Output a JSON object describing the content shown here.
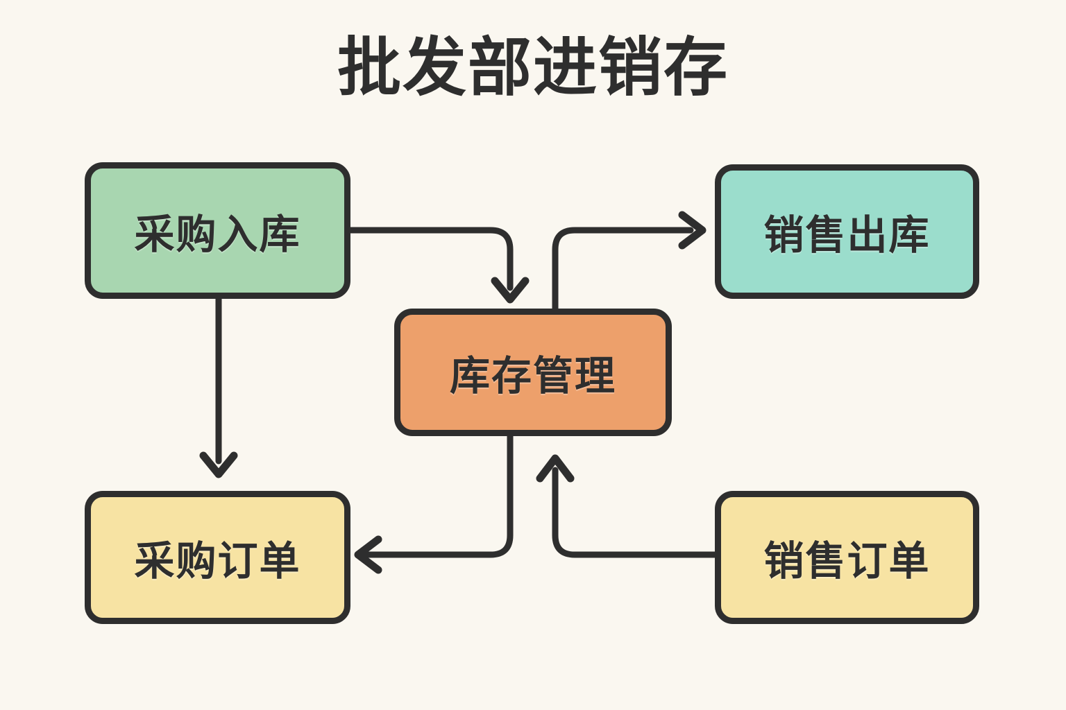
{
  "diagram": {
    "title": "批发部进销存",
    "background_color": "#FAF7F0",
    "line_color": "#2E2E2E",
    "type": "flowchart",
    "nodes": [
      {
        "id": "purchase-inbound",
        "label": "采购入库",
        "color": "#A8D6B0",
        "position": "top-left"
      },
      {
        "id": "sales-outbound",
        "label": "销售出库",
        "color": "#9BDDCC",
        "position": "top-right"
      },
      {
        "id": "inventory",
        "label": "库存管理",
        "color": "#EDA06B",
        "position": "center"
      },
      {
        "id": "purchase-order",
        "label": "采购订单",
        "color": "#F7E3A3",
        "position": "bottom-left"
      },
      {
        "id": "sales-order",
        "label": "销售订单",
        "color": "#F7E3A3",
        "position": "bottom-right"
      }
    ],
    "edges": [
      {
        "id": "edge-inbound-to-inventory",
        "from": "purchase-inbound",
        "to": "inventory",
        "label": ""
      },
      {
        "id": "edge-inbound-to-purchase-order",
        "from": "purchase-inbound",
        "to": "purchase-order",
        "label": ""
      },
      {
        "id": "edge-inventory-to-outbound",
        "from": "inventory",
        "to": "sales-outbound",
        "label": ""
      },
      {
        "id": "edge-inventory-to-purchase-order",
        "from": "inventory",
        "to": "purchase-order",
        "label": ""
      },
      {
        "id": "edge-sales-order-to-inventory",
        "from": "sales-order",
        "to": "inventory",
        "label": ""
      }
    ]
  }
}
